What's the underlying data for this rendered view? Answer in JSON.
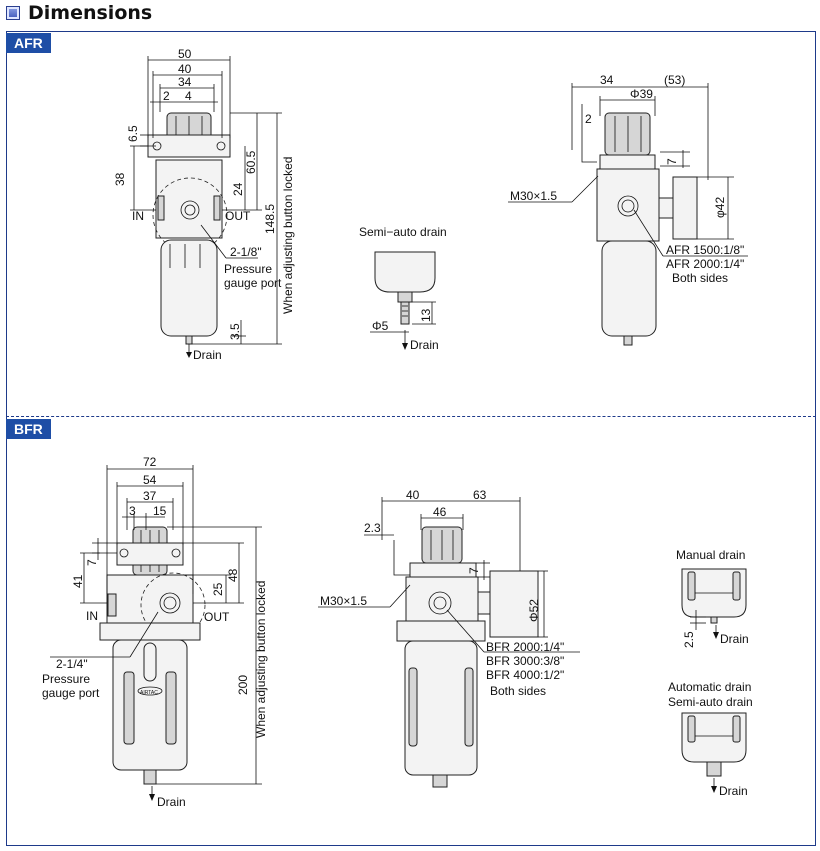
{
  "header": {
    "title": "Dimensions"
  },
  "sections": {
    "afr": "AFR",
    "bfr": "BFR"
  },
  "afr_front": {
    "dims": [
      "50",
      "40",
      "34",
      "2",
      "4",
      "6.5",
      "38",
      "60.5",
      "24",
      "148.5",
      "3.5"
    ],
    "in": "IN",
    "out": "OUT",
    "port": "2-1/8\"",
    "gauge1": "Pressure",
    "gauge2": "gauge port",
    "drain": "Drain",
    "vertical": "When adjusting button locked"
  },
  "semi_auto": {
    "title": "Semi−auto drain",
    "d1": "Φ5",
    "d2": "13",
    "drain": "Drain"
  },
  "afr_side": {
    "dims": [
      "34",
      "(53)",
      "Φ39",
      "2",
      "7",
      "φ42"
    ],
    "thread": "M30×1.5",
    "n1": "AFR 1500:1/8\"",
    "n2": "AFR 2000:1/4\"",
    "n3": "Both sides"
  },
  "bfr_front": {
    "dims": [
      "72",
      "54",
      "37",
      "3",
      "15",
      "7",
      "41",
      "25",
      "48",
      "200"
    ],
    "in": "IN",
    "out": "OUT",
    "port": "2-1/4\"",
    "gauge1": "Pressure",
    "gauge2": "gauge port",
    "brand": "AIRTAC",
    "drain": "Drain",
    "vertical": "When adjusting button locked"
  },
  "bfr_side": {
    "dims": [
      "40",
      "63",
      "46",
      "2.3",
      "7",
      "Φ52"
    ],
    "thread": "M30×1.5",
    "n1": "BFR 2000:1/4\"",
    "n2": "BFR 3000:3/8\"",
    "n3": "BFR 4000:1/2\"",
    "n4": "Both sides"
  },
  "manual": {
    "title": "Manual drain",
    "dim": "2.5",
    "drain": "Drain"
  },
  "auto": {
    "title1": "Automatic drain",
    "title2": "Semi-auto drain",
    "drain": "Drain"
  }
}
